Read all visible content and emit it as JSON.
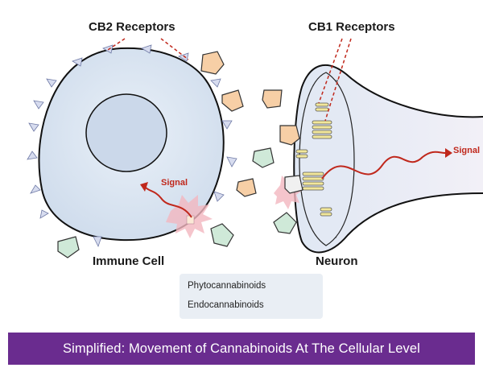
{
  "labels": {
    "cb2_receptors": "CB2 Receptors",
    "cb1_receptors": "CB1 Receptors",
    "immune_cell": "Immune Cell",
    "neuron": "Neuron",
    "signal_immune": "Signal",
    "signal_neuron": "Signal"
  },
  "legend": {
    "phyto": "Phytocannabinoids",
    "endo": "Endocannabinoids"
  },
  "banner": {
    "title": "Simplified: Movement of Cannabinoids At The Cellular Level"
  },
  "colors": {
    "phyto": "#cfe9d8",
    "endo": "#f7cfa6",
    "signal": "#c0281c",
    "banner": "#6a2c8f",
    "cell_fill": "#dbe6f2",
    "neuron_fill": "#e6e2f2"
  }
}
